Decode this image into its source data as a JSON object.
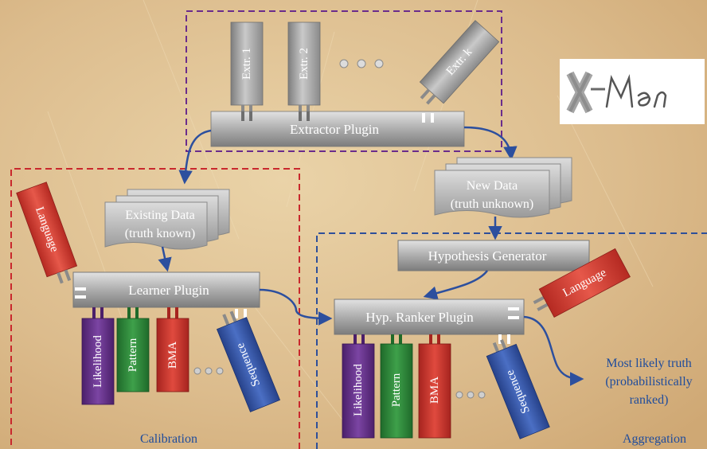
{
  "extractors": {
    "box1": "Extr. 1",
    "box2": "Extr. 2",
    "boxk": "Extr. k",
    "plugin": "Extractor Plugin"
  },
  "logo": {
    "text": "X-Man"
  },
  "data_sources": {
    "existing_line1": "Existing Data",
    "existing_line2": "(truth known)",
    "new_line1": "New Data",
    "new_line2": "(truth unknown)"
  },
  "calibration": {
    "section_label": "Calibration",
    "plugin": "Learner Plugin",
    "language": "Language",
    "likelihood": "Likelihood",
    "pattern": "Pattern",
    "bma": "BMA",
    "sequence": "Sequence"
  },
  "aggregation": {
    "section_label": "Aggregation",
    "generator": "Hypothesis Generator",
    "plugin": "Hyp. Ranker Plugin",
    "language": "Language",
    "likelihood": "Likelihood",
    "pattern": "Pattern",
    "bma": "BMA",
    "sequence": "Sequence"
  },
  "output": {
    "line1": "Most likely truth",
    "line2": "(probabilistically",
    "line3": "ranked)"
  },
  "colors": {
    "background": "#d9b98a",
    "purple_border": "#6a2c8c",
    "red_border": "#c9282d",
    "blue_border": "#2e4f9a",
    "arrow": "#2c4f9e",
    "likelihood": "#6b3391",
    "pattern": "#2f8a3a",
    "bma": "#cf3530",
    "sequence": "#3b5db0",
    "language": "#d43a2e",
    "label_blue": "#1f4c9c"
  }
}
